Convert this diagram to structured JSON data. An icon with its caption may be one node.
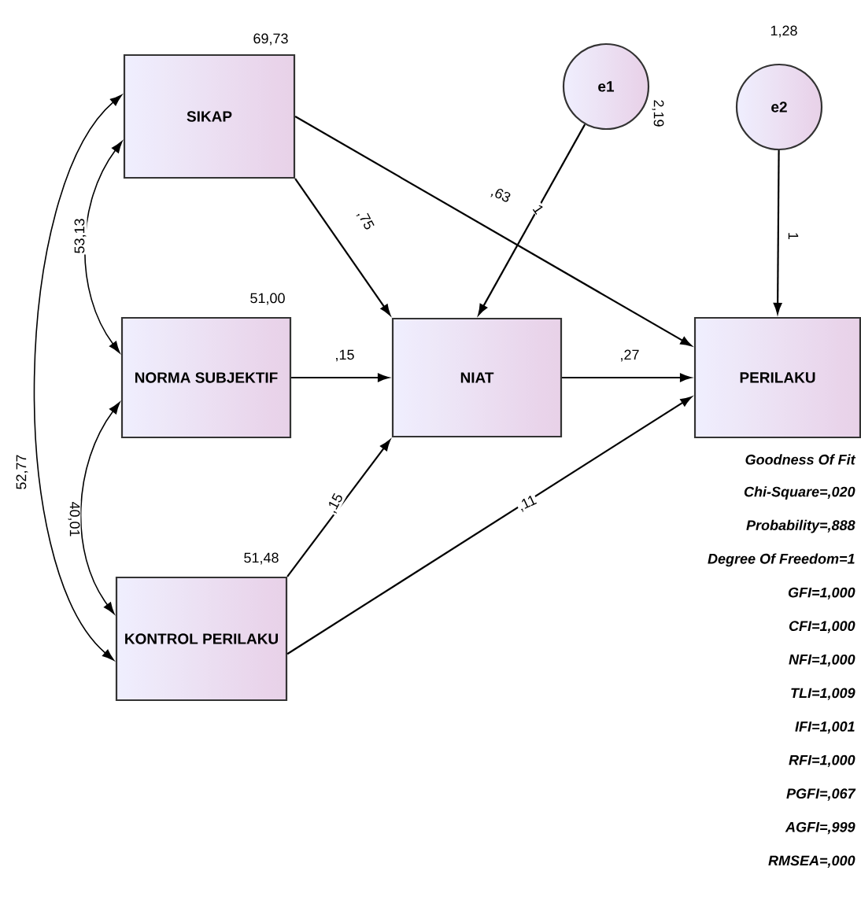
{
  "diagram": {
    "nodes": [
      {
        "text": [
          "SIKAP"
        ],
        "beside": [
          "69,73"
        ]
      },
      {
        "text": [
          "e1"
        ],
        "beside": [
          "2,19"
        ]
      },
      {
        "text": [
          "e2"
        ],
        "beside": [
          "1,28"
        ]
      },
      {
        "text": [
          "NORMA SUBJEKTIF"
        ],
        "beside": [
          "51,00"
        ]
      },
      {
        "text": [
          "NIAT"
        ]
      },
      {
        "text": [
          "PERILAKU"
        ]
      },
      {
        "text": [
          "KONTROL PERILAKU"
        ],
        "beside": [
          "51,48"
        ]
      }
    ],
    "edges": [
      {
        "from": 0,
        "to": 4,
        "arrow": "to",
        "label": ",75"
      },
      {
        "from": 0,
        "to": 5,
        "arrow": "to",
        "label": ",63"
      },
      {
        "from": 1,
        "to": 4,
        "arrow": "to",
        "label": "1"
      },
      {
        "from": 2,
        "to": 5,
        "arrow": "to",
        "label": "1"
      },
      {
        "from": 3,
        "to": 4,
        "arrow": "to",
        "label": ",15"
      },
      {
        "from": 6,
        "to": 4,
        "arrow": "to",
        "label": ",15"
      },
      {
        "from": 4,
        "to": 5,
        "arrow": "to",
        "label": ",27"
      },
      {
        "from": 6,
        "to": 5,
        "arrow": "to",
        "label": ",11"
      },
      {
        "from": 0,
        "to": 3,
        "arrow": "both",
        "label": "53,13"
      },
      {
        "from": 3,
        "to": 6,
        "arrow": "both",
        "label": "40,01"
      },
      {
        "from": 0,
        "to": 6,
        "arrow": "both",
        "label": "52,77"
      }
    ],
    "labels": [
      "Goodness Of Fit",
      "Chi-Square=,020",
      "Probability=,888",
      "Degree Of Freedom=1",
      "GFI=1,000",
      "CFI=1,000",
      "NFI=1,000",
      "TLI=1,009",
      "IFI=1,001",
      "RFI=1,000",
      "PGFI=,067",
      "AGFI=,999",
      "RMSEA=,000"
    ]
  }
}
